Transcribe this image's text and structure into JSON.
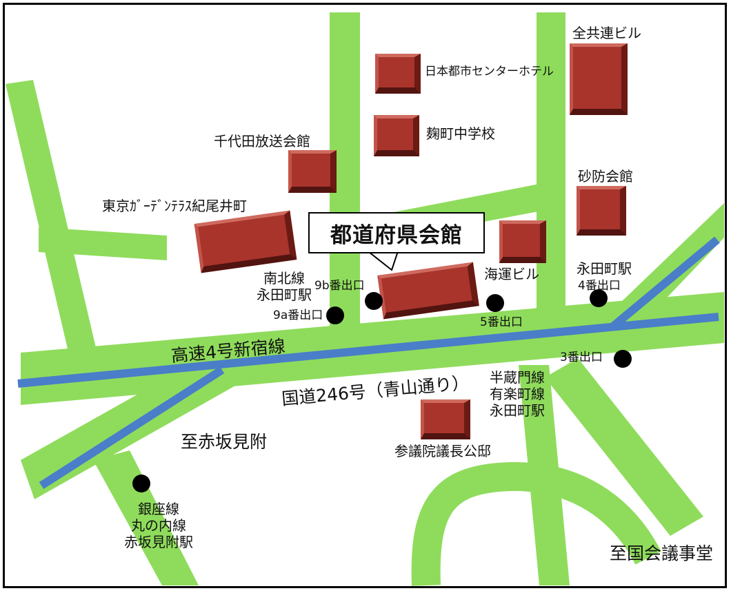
{
  "map": {
    "venue": "都道府県会館",
    "roads": {
      "expressway": "高速4号新宿線",
      "route246": "国道246号（青山通り）"
    },
    "directions": {
      "akasaka_mitsuke": "至赤坂見附",
      "diet": "至国会議事堂"
    },
    "buildings": {
      "hotel": "日本都市センターホテル",
      "school": "麹町中学校",
      "chiyoda": "千代田放送会館",
      "garden_terrace": "東京ｶﾞｰﾃﾞﾝﾃﾗｽ紀尾井町",
      "zenkyoren": "全共連ビル",
      "sabo": "砂防会館",
      "kaiun": "海運ビル",
      "councillors": "参議院議長公邸"
    },
    "stations": {
      "nanboku": "南北線\n永田町駅",
      "nagatacho_ginza": "永田町駅",
      "hanzomon": "半蔵門線\n有楽町線\n永田町駅",
      "ginza": "銀座線\n丸の内線\n赤坂見附駅"
    },
    "exits": {
      "exit_9b": "9b番出口",
      "exit_9a": "9a番出口",
      "exit_5": "5番出口",
      "exit_4": "4番出口",
      "exit_3": "3番出口"
    },
    "colors": {
      "road": "#8fdc5c",
      "expressway": "#4a7ec8",
      "building": "#a8342c",
      "exit_marker": "#000000"
    }
  }
}
